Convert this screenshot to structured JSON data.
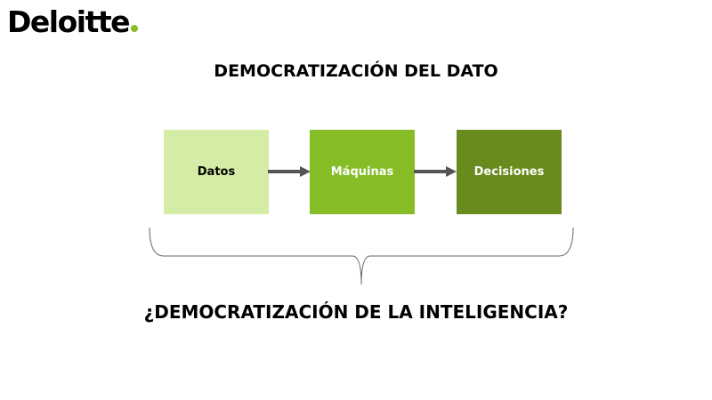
{
  "brand": {
    "name": "Deloitte",
    "accent_color": "#86bc25"
  },
  "title": "DEMOCRATIZACIÓN DEL DATO",
  "flow": {
    "steps": [
      {
        "label": "Datos",
        "color": "#d4eca5"
      },
      {
        "label": "Máquinas",
        "color": "#86bc25"
      },
      {
        "label": "Decisiones",
        "color": "#688b1e"
      }
    ],
    "arrow_color": "#555555"
  },
  "question": "¿DEMOCRATIZACIÓN DE LA INTELIGENCIA?"
}
